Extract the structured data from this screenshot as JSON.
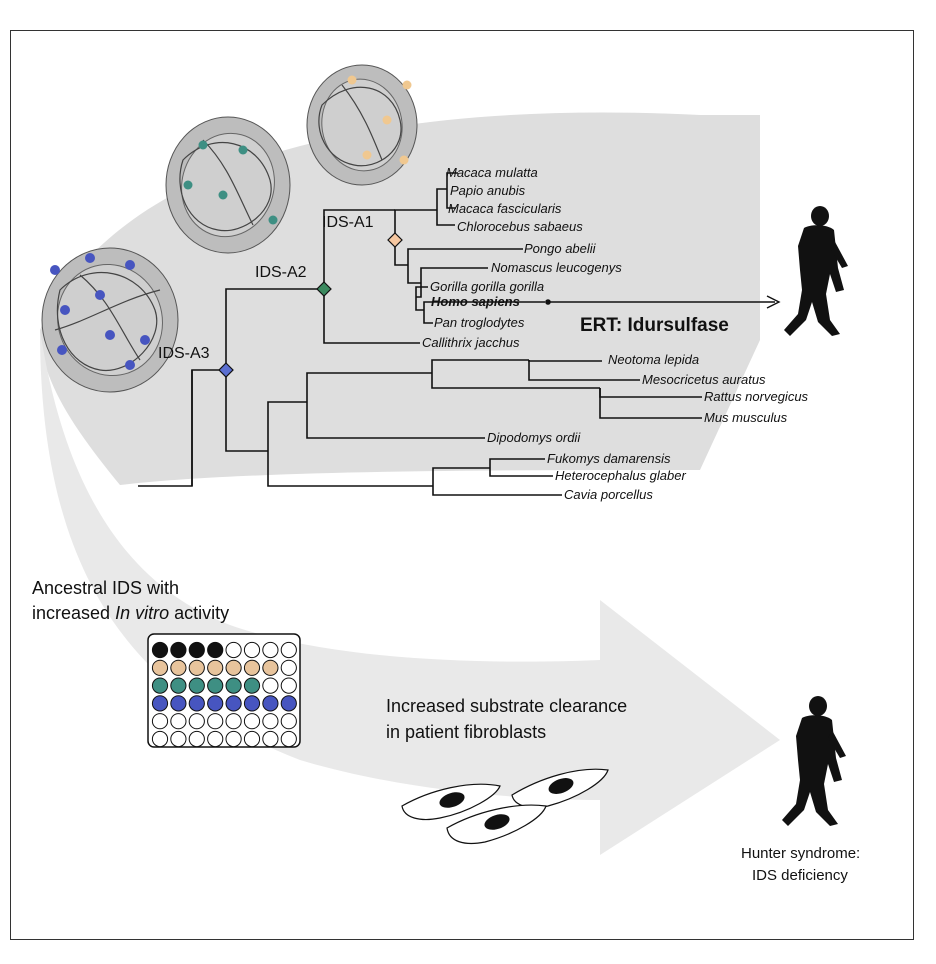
{
  "colors": {
    "black": "#111111",
    "tan": "#e8c49c",
    "teal": "#3e8f83",
    "blue": "#4755c0",
    "green_node": "#3b8a5f",
    "peach_node": "#f6c7a0",
    "blue_node": "#5b6fd1",
    "swoosh": "#dedede"
  },
  "nodes": {
    "a1": "IDS-A1",
    "a2": "IDS-A2",
    "a3": "IDS-A3"
  },
  "species": {
    "macaca_mulatta": "Macaca mulatta",
    "papio_anubis": "Papio anubis",
    "macaca_fascicularis": "Macaca fascicularis",
    "chlorocebus_sabaeus": "Chlorocebus sabaeus",
    "pongo_abelii": "Pongo abelii",
    "nomascus_leucogenys": "Nomascus leucogenys",
    "gorilla": "Gorilla gorilla gorilla",
    "homo_sapiens": "Homo sapiens",
    "pan_troglodytes": "Pan troglodytes",
    "callithrix_jacchus": "Callithrix jacchus",
    "neotoma_lepida": "Neotoma lepida",
    "mesocricetus_auratus": "Mesocricetus auratus",
    "rattus_norvegicus": "Rattus norvegicus",
    "mus_musculus": "Mus musculus",
    "dipodomys_ordii": "Dipodomys ordii",
    "fukomys_damarensis": "Fukomys damarensis",
    "heterocephalus_glaber": "Heterocephalus glaber",
    "cavia_porcellus": "Cavia porcellus"
  },
  "ert_label": "ERT: Idursulfase",
  "ancestral": {
    "line1": "Ancestral IDS with",
    "line2_prefix": "increased ",
    "line2_italic": "In vitro",
    "line2_suffix": " activity"
  },
  "clearance": {
    "line1": "Increased substrate clearance",
    "line2": "in patient fibroblasts"
  },
  "hunter": {
    "line1": "Hunter syndrome:",
    "line2": "IDS deficiency"
  },
  "plate_rows": [
    [
      "black",
      "black",
      "black",
      "black",
      "white",
      "white",
      "white",
      "white"
    ],
    [
      "tan",
      "tan",
      "tan",
      "tan",
      "tan",
      "tan",
      "tan",
      "white"
    ],
    [
      "teal",
      "teal",
      "teal",
      "teal",
      "teal",
      "teal",
      "white",
      "white"
    ],
    [
      "blue",
      "blue",
      "blue",
      "blue",
      "blue",
      "blue",
      "blue",
      "blue"
    ],
    [
      "white",
      "white",
      "white",
      "white",
      "white",
      "white",
      "white",
      "white"
    ],
    [
      "white",
      "white",
      "white",
      "white",
      "white",
      "white",
      "white",
      "white"
    ]
  ]
}
